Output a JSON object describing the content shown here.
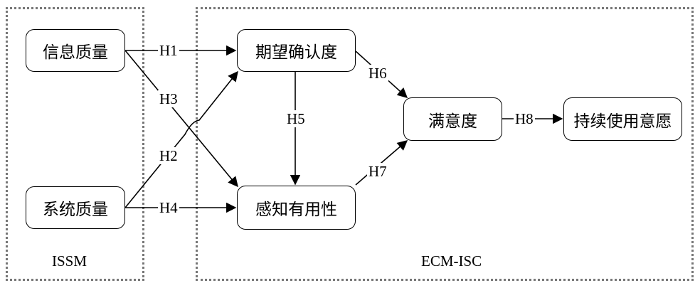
{
  "regions": {
    "issm_label": "ISSM",
    "ecm_label": "ECM-ISC"
  },
  "nodes": {
    "info_quality": "信息质量",
    "system_quality": "系统质量",
    "expectation_confirmation": "期望确认度",
    "perceived_usefulness": "感知有用性",
    "satisfaction": "满意度",
    "continuance_intention": "持续使用意愿"
  },
  "hypotheses": {
    "h1": "H1",
    "h2": "H2",
    "h3": "H3",
    "h4": "H4",
    "h5": "H5",
    "h6": "H6",
    "h7": "H7",
    "h8": "H8"
  }
}
